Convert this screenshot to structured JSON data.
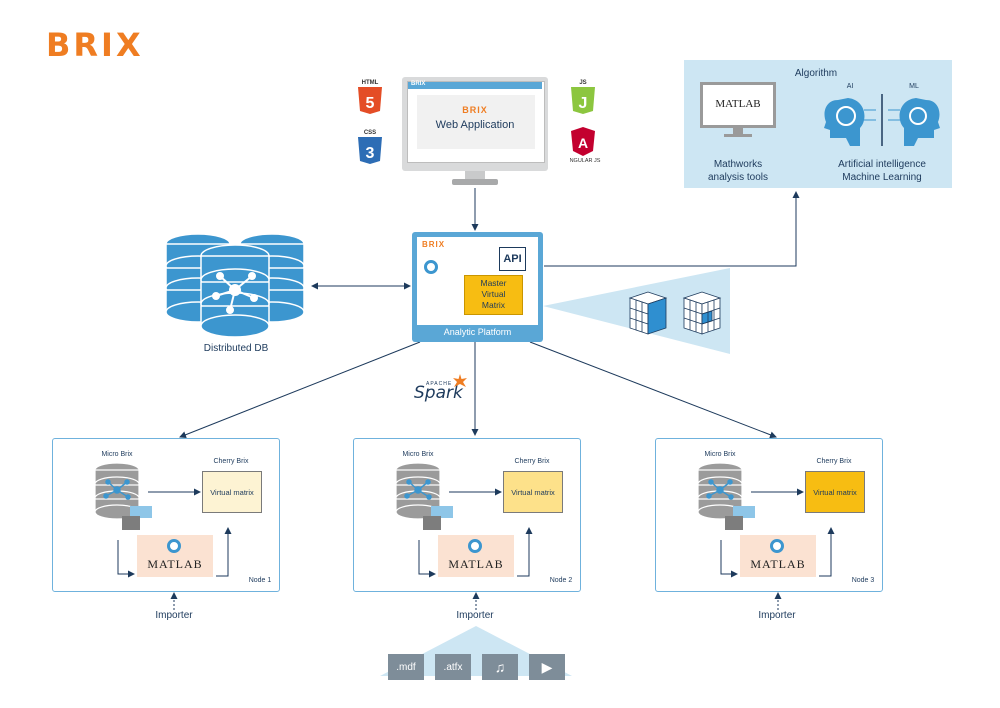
{
  "logo": "BRIX",
  "web_app": {
    "brand": "BRIX",
    "title": "Web Application",
    "screen_brand": "BRIX"
  },
  "tech": {
    "html": "HTML",
    "css": "CSS",
    "js": "JS",
    "angular": "NGULAR JS"
  },
  "algorithm": {
    "title": "Algorithm",
    "ai": "AI",
    "ml": "ML",
    "matlab": "MATLAB",
    "left_caption_1": "Mathworks",
    "left_caption_2": "analysis tools",
    "right_caption_1": "Artificial intelligence",
    "right_caption_2": "Machine Learning"
  },
  "db": {
    "label": "Distributed DB"
  },
  "platform": {
    "brand": "BRIX",
    "api": "API",
    "matrix_1": "Master",
    "matrix_2": "Virtual",
    "matrix_3": "Matrix",
    "label": "Analytic Platform"
  },
  "spark": {
    "apache": "APACHE",
    "name": "Spark"
  },
  "nodes": [
    {
      "micro": "Micro Brix",
      "cherry": "Cherry Brix",
      "vm": "Virtual matrix",
      "matlab": "MATLAB",
      "label": "Node 1",
      "importer": "Importer",
      "vm_color": "#fdf3d3"
    },
    {
      "micro": "Micro Brix",
      "cherry": "Cherry Brix",
      "vm": "Virtual matrix",
      "matlab": "MATLAB",
      "label": "Node 2",
      "importer": "Importer",
      "vm_color": "#fde18a"
    },
    {
      "micro": "Micro Brix",
      "cherry": "Cherry Brix",
      "vm": "Virtual matrix",
      "matlab": "MATLAB",
      "label": "Node 3",
      "importer": "Importer",
      "vm_color": "#f7bd12"
    }
  ],
  "files": [
    ".mdf",
    ".atfx",
    "music-icon",
    "video-icon"
  ],
  "file_labels": {
    "mdf": ".mdf",
    "atfx": ".atfx"
  },
  "colors": {
    "brand_orange": "#ef7d22",
    "blue": "#2f8fd0",
    "light_blue": "#cde6f3",
    "navy": "#1d3a5c"
  }
}
